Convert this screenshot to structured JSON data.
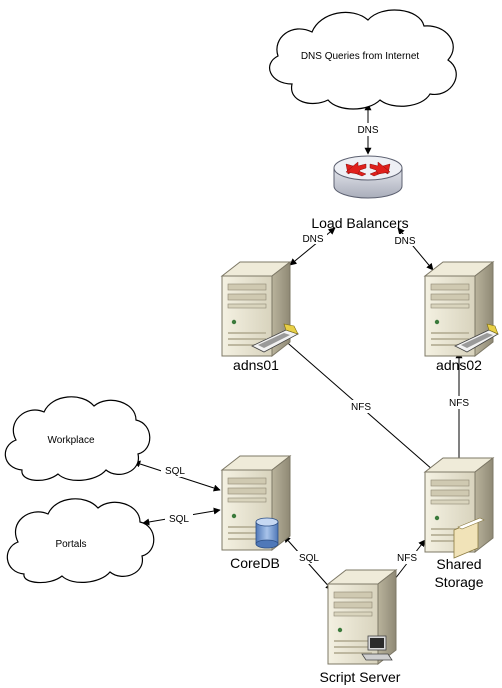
{
  "nodes": {
    "internet": {
      "label": "DNS Queries from Internet",
      "shape": "cloud"
    },
    "load_balancers": {
      "label": "Load Balancers",
      "shape": "router"
    },
    "adns01": {
      "label": "adns01",
      "shape": "server"
    },
    "adns02": {
      "label": "adns02",
      "shape": "server"
    },
    "workplace": {
      "label": "Workplace",
      "shape": "cloud"
    },
    "portals": {
      "label": "Portals",
      "shape": "cloud"
    },
    "coredb": {
      "label": "CoreDB",
      "shape": "server-database"
    },
    "shared_storage": {
      "label_line1": "Shared",
      "label_line2": "Storage",
      "shape": "server-storage"
    },
    "script_server": {
      "label": "Script Server",
      "shape": "server-workstation"
    }
  },
  "edges": {
    "internet_lb": {
      "label": "DNS"
    },
    "lb_adns01": {
      "label": "DNS"
    },
    "lb_adns02": {
      "label": "DNS"
    },
    "adns01_storage": {
      "label": "NFS"
    },
    "adns02_storage": {
      "label": "NFS"
    },
    "workplace_coredb": {
      "label": "SQL"
    },
    "portals_coredb": {
      "label": "SQL"
    },
    "coredb_script": {
      "label": "SQL"
    },
    "storage_script": {
      "label": "NFS"
    }
  },
  "colors": {
    "server_body": "#e6e2cf",
    "server_dark": "#9c9682",
    "router_body": "#c9ccd6",
    "router_arrows": "#e0201c",
    "db_cylinder": "#7fa3d6"
  }
}
